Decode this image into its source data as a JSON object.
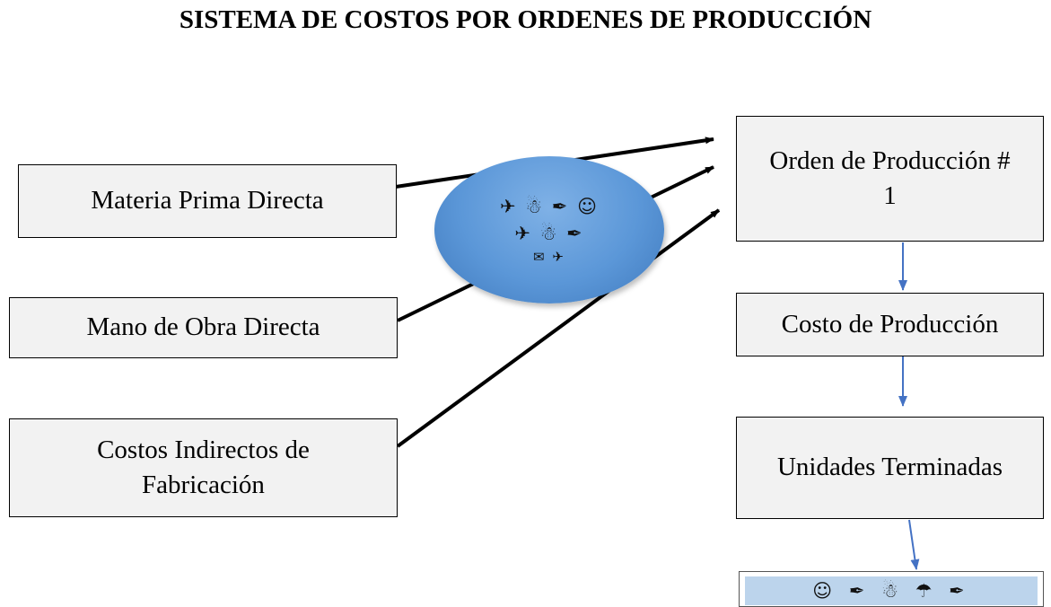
{
  "title": "SISTEMA DE COSTOS POR ORDENES DE PRODUCCIÓN",
  "inputs": {
    "materia_prima": "Materia Prima Directa",
    "mano_obra": "Mano de Obra Directa",
    "costos_indirectos_line1": "Costos Indirectos de",
    "costos_indirectos_line2": "Fabricación"
  },
  "flow": {
    "orden_line1": "Orden de Producción #",
    "orden_line2": "1",
    "costo": "Costo de Producción",
    "unidades": "Unidades Terminadas"
  },
  "ellipse_glyphs": {
    "row1": "✈ ☃ ✒ ☺",
    "row2": "✈ ☃ ✒",
    "row3": "✉ ✈"
  },
  "bottom_glyphs": "☺ ✒ ☃ ☂ ✒",
  "colors": {
    "box_fill": "#f2f2f2",
    "ellipse": "#5b97d8",
    "connector_blue": "#4472c4",
    "bottom_fill": "#bcd4ec"
  }
}
